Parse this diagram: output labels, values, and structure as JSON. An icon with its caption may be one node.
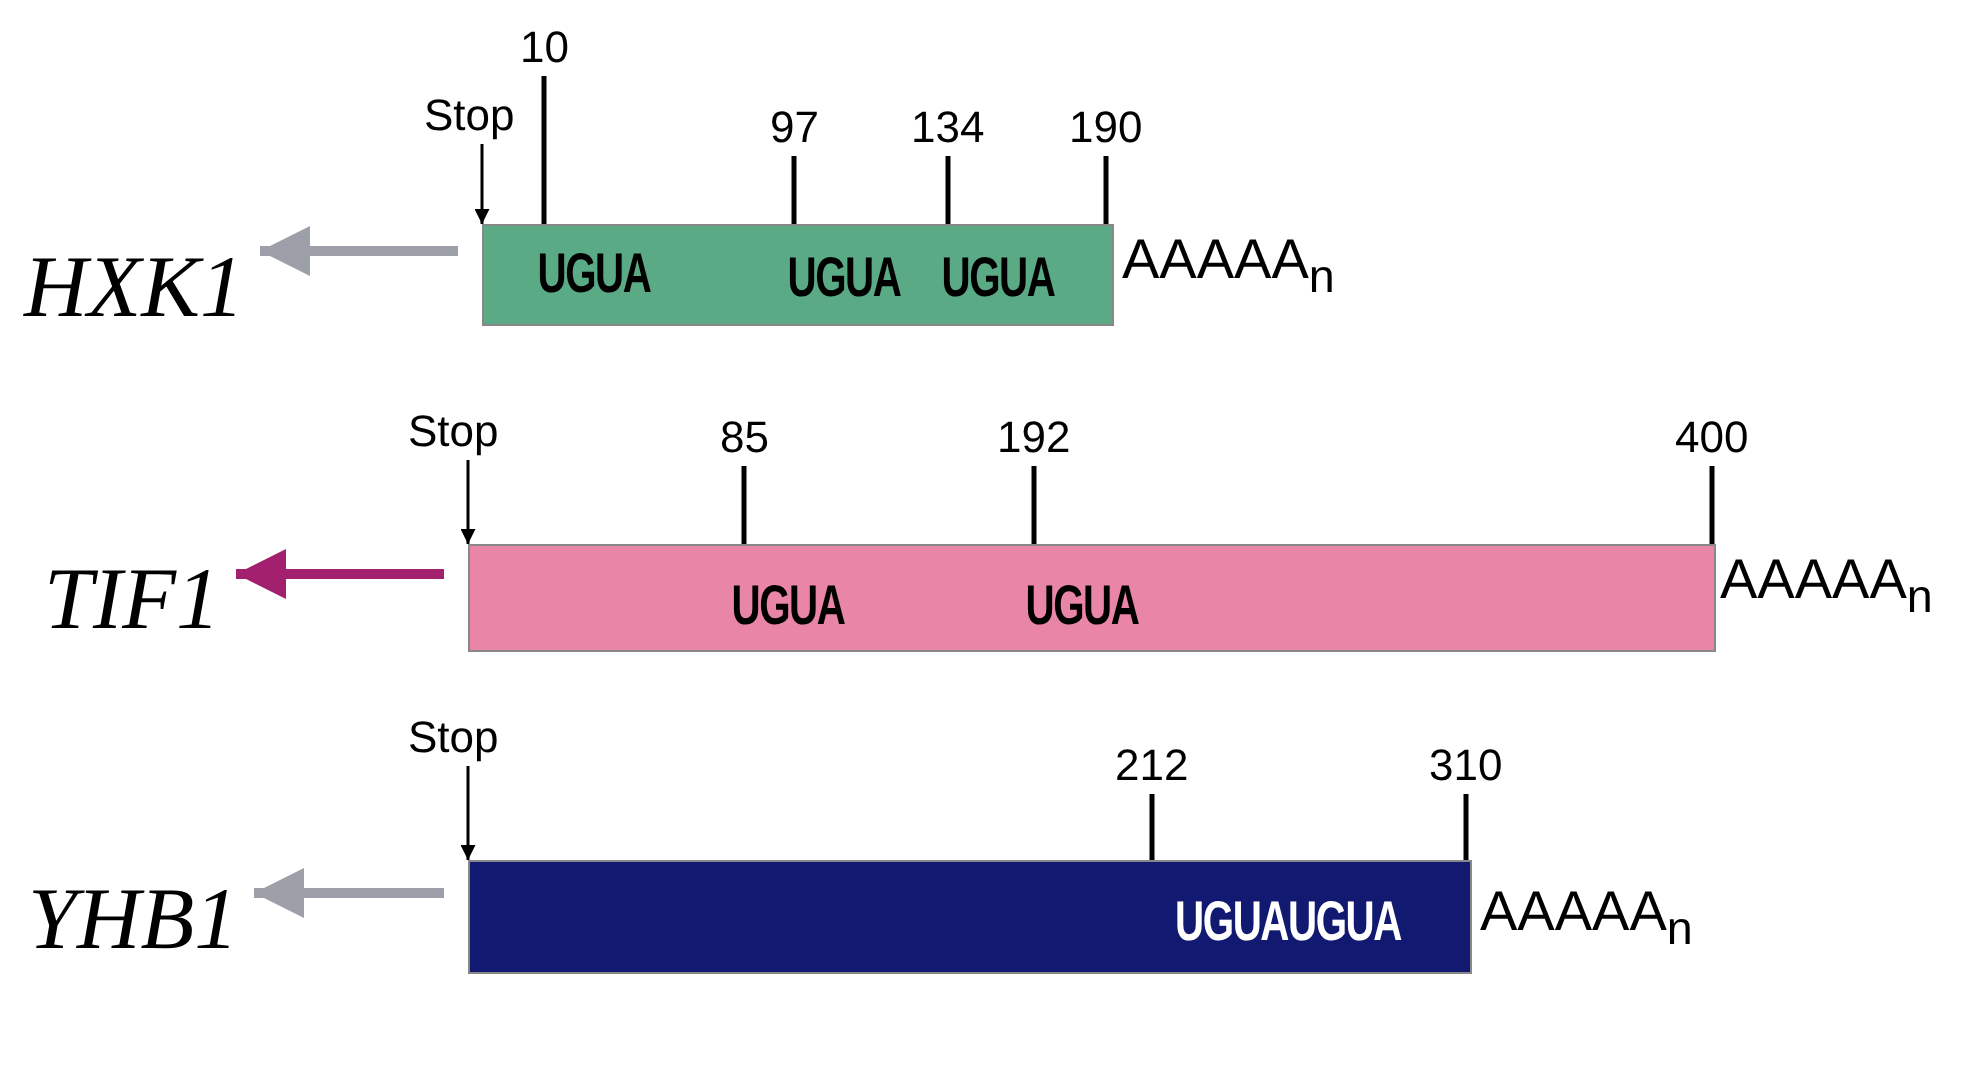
{
  "diagram": {
    "nodes": [
      {
        "text": [
          "HXK1"
        ]
      },
      {
        "text": [
          "UGUA",
          "UGUA",
          "UGUA"
        ],
        "beside": [
          "AAAAA$_{n}$"
        ]
      },
      {
        "text": [
          "Stop"
        ]
      },
      {
        "text": [
          "TIF1"
        ]
      },
      {
        "text": [
          "UGUA",
          "UGUA"
        ],
        "beside": [
          "AAAAA$_{n}$"
        ]
      },
      {
        "text": [
          "Stop"
        ]
      },
      {
        "text": [
          "YHB1"
        ]
      },
      {
        "text": [
          "UGUAUGUA"
        ],
        "beside": [
          "AAAAA$_{n}$"
        ]
      },
      {
        "text": [
          "Stop"
        ]
      },
      {
        "text": [
          "10"
        ]
      },
      {
        "text": [
          "97"
        ]
      },
      {
        "text": [
          "134"
        ]
      },
      {
        "text": [
          "190"
        ]
      },
      {
        "text": [
          "85"
        ]
      },
      {
        "text": [
          "192"
        ]
      },
      {
        "text": [
          "400"
        ]
      },
      {
        "text": [
          "212"
        ]
      },
      {
        "text": [
          "310"
        ]
      }
    ],
    "edges": [
      {
        "from": 1,
        "to": 0,
        "arrow": "to",
        "style": "thick",
        "color": "#9c9ea8"
      },
      {
        "from": 2,
        "to": 1,
        "arrow": "to"
      },
      {
        "from": 4,
        "to": 3,
        "arrow": "to",
        "style": "thick",
        "color": "#a3206e"
      },
      {
        "from": 5,
        "to": 4,
        "arrow": "to"
      },
      {
        "from": 7,
        "to": 6,
        "arrow": "to",
        "style": "thick",
        "color": "#9c9ea8"
      },
      {
        "from": 8,
        "to": 7,
        "arrow": "to"
      },
      {
        "from": 9,
        "to": 1,
        "arrow": "none"
      },
      {
        "from": 10,
        "to": 1,
        "arrow": "none"
      },
      {
        "from": 11,
        "to": 1,
        "arrow": "none"
      },
      {
        "from": 12,
        "to": 1,
        "arrow": "none"
      },
      {
        "from": 13,
        "to": 4,
        "arrow": "none"
      },
      {
        "from": 14,
        "to": 4,
        "arrow": "none"
      },
      {
        "from": 15,
        "to": 4,
        "arrow": "none"
      },
      {
        "from": 16,
        "to": 7,
        "arrow": "none"
      },
      {
        "from": 17,
        "to": 7,
        "arrow": "none"
      }
    ]
  }
}
